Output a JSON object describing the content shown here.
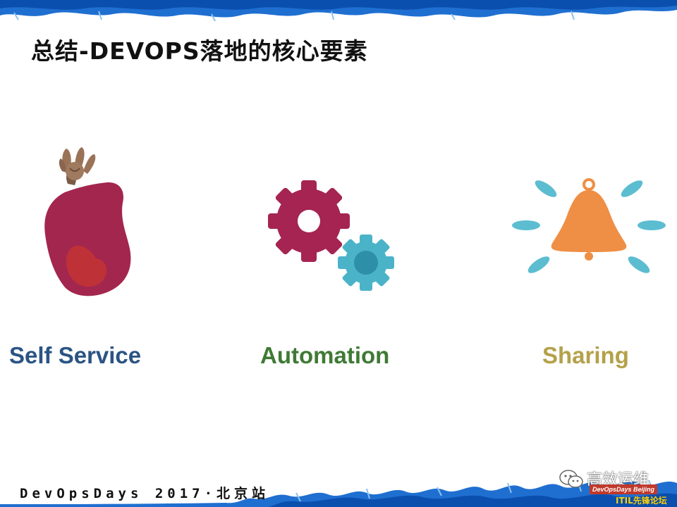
{
  "slide": {
    "title": "总结-DEVOPS落地的核心要素",
    "pillars": [
      {
        "label": "Self Service",
        "icon": "hand-puppet-icon",
        "color": "#2b5484"
      },
      {
        "label": "Automation",
        "icon": "gears-icon",
        "color": "#3f7a35"
      },
      {
        "label": "Sharing",
        "icon": "bell-icon",
        "color": "#b3a24a"
      }
    ],
    "footer": "DevOpsDays 2017·北京站",
    "watermark": {
      "icon": "wechat-icon",
      "name": "高效运维",
      "badge": "DevOpsDays Beijing",
      "forum": "ITIL先锋论坛"
    },
    "colors": {
      "border_blue": "#1f6fd1",
      "puppet": "#a3264f",
      "gear_large": "#a52451",
      "gear_small": "#4bb3c8",
      "bell": "#ee8f45",
      "bell_rays": "#5cbdd1"
    }
  }
}
